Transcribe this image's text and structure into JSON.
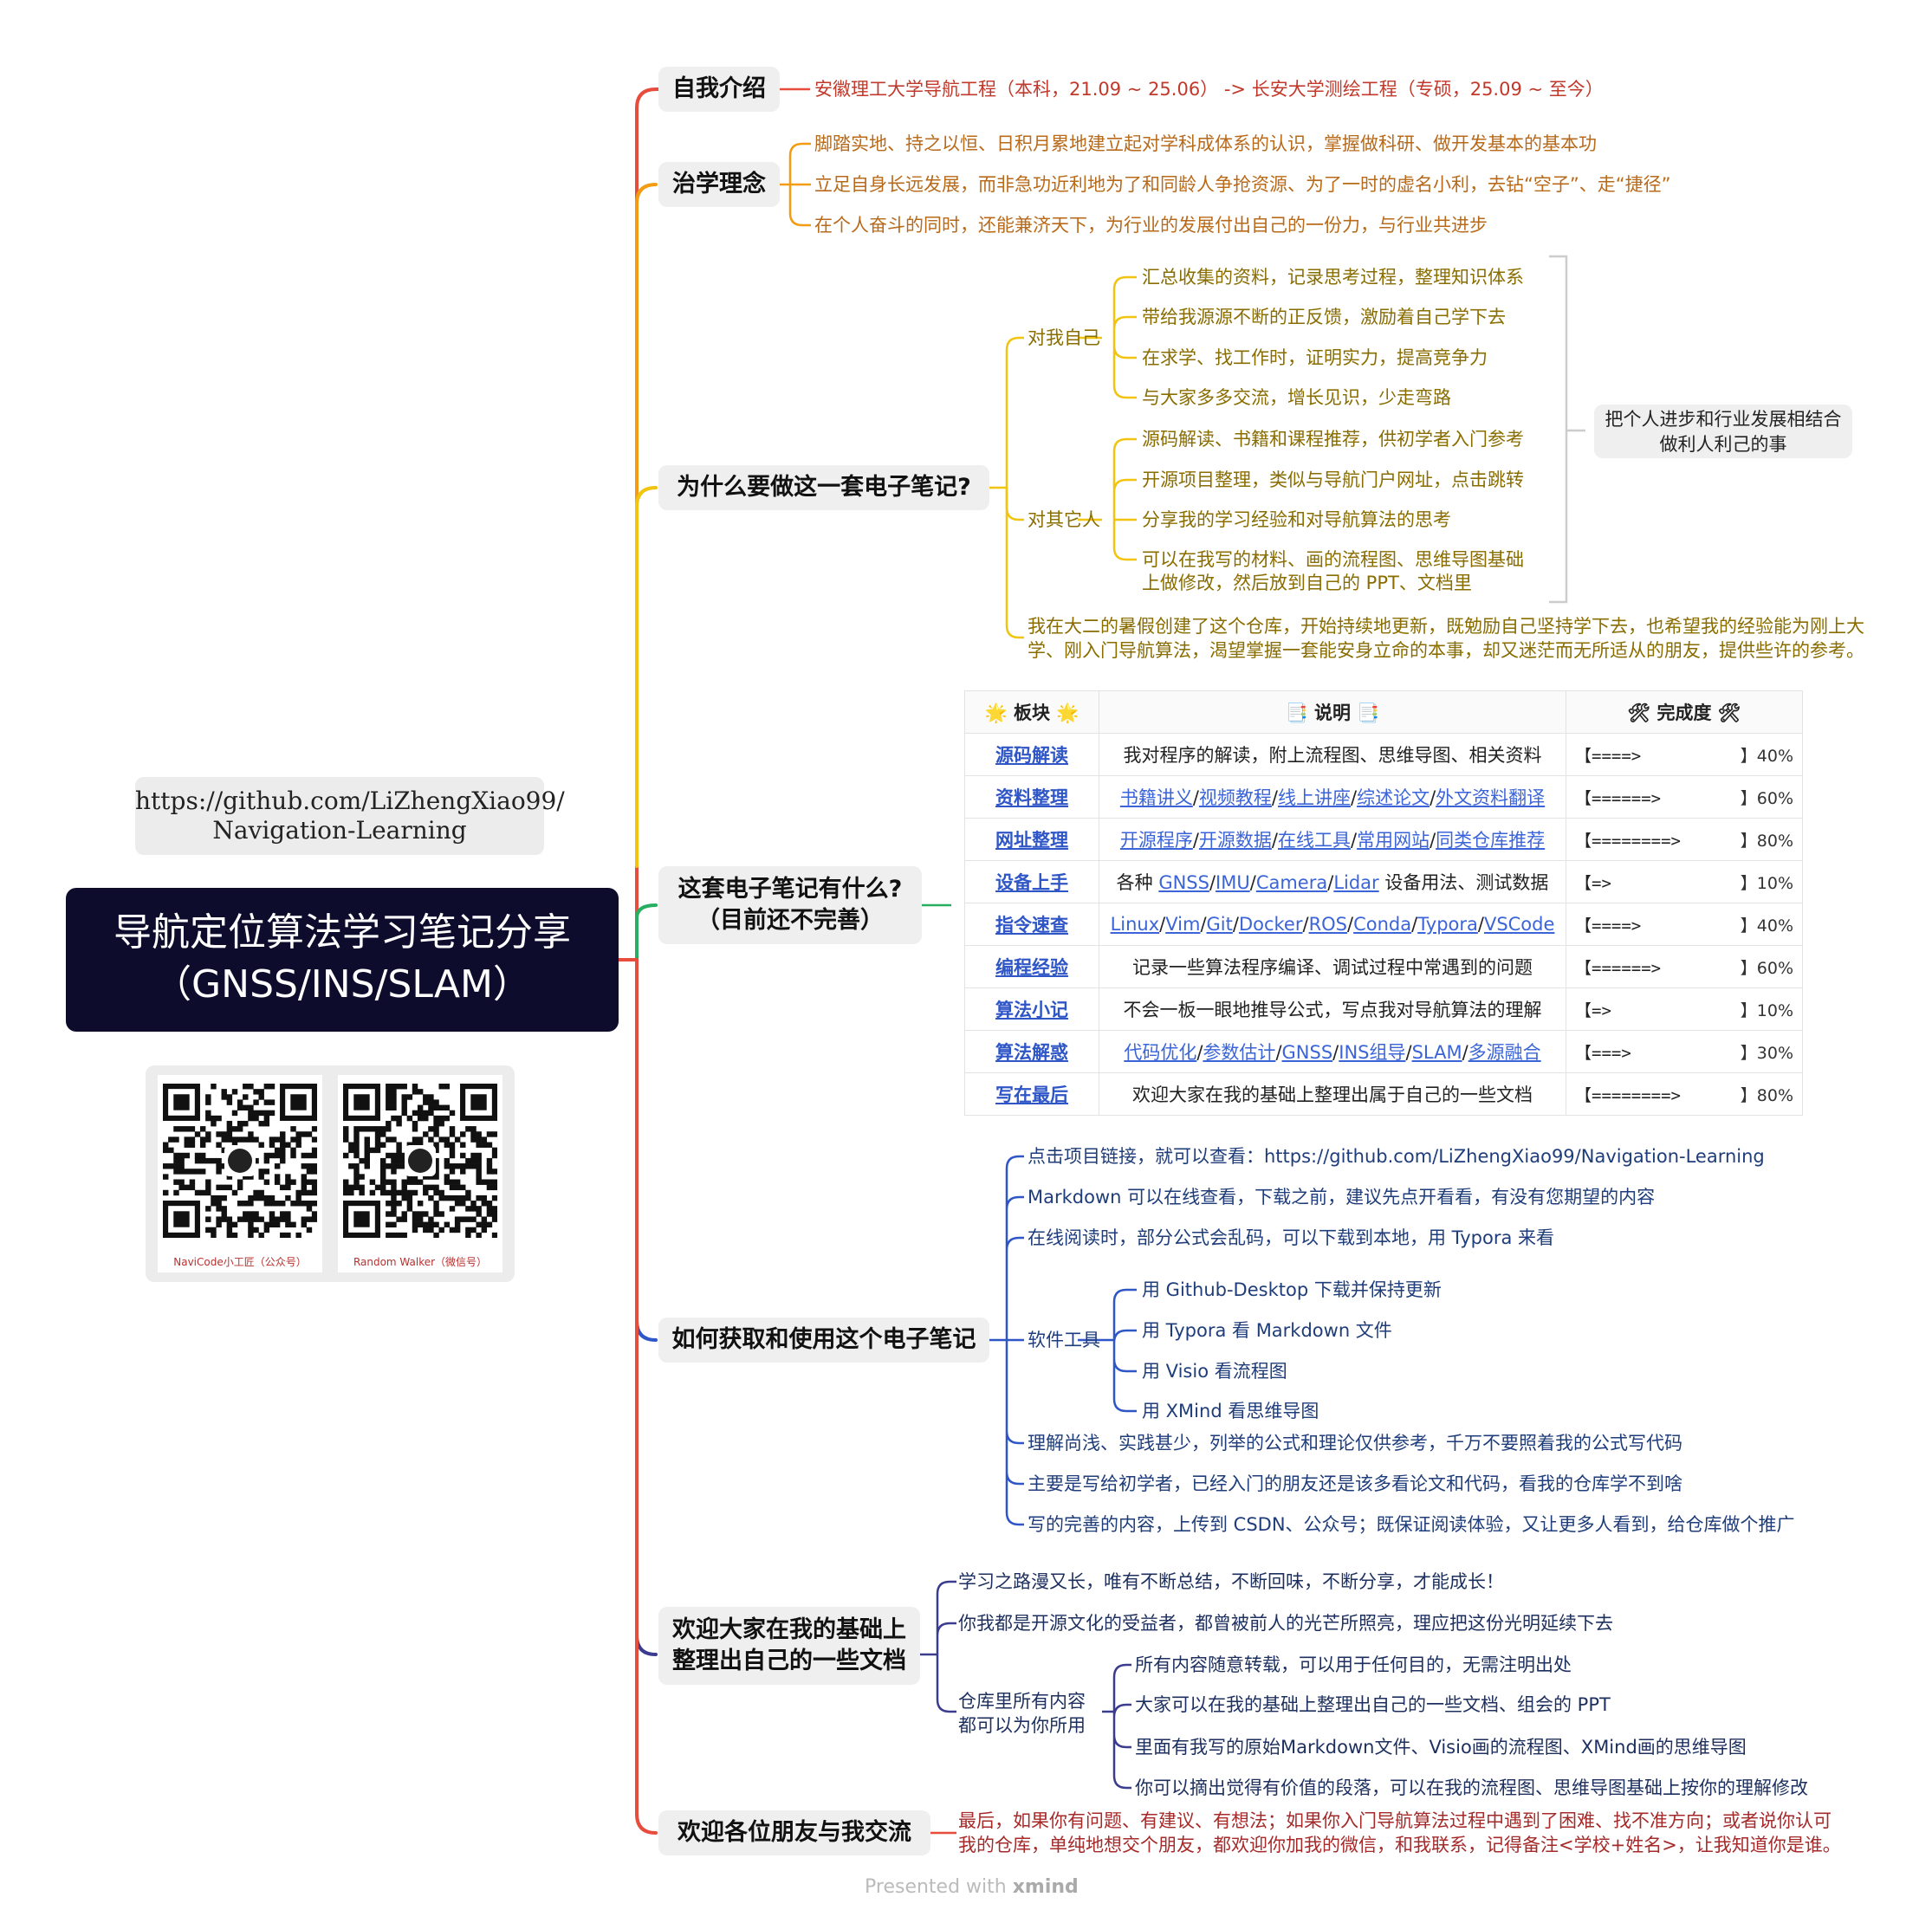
{
  "root": {
    "line1": "导航定位算法学习笔记分享",
    "line2": "（GNSS/INS/SLAM）"
  },
  "repo_link": {
    "line1": "https://github.com/LiZhengXiao99/",
    "line2": "Navigation-Learning"
  },
  "qr": [
    {
      "caption": "NaviCode小工匠（公众号）"
    },
    {
      "caption": "Random Walker（微信号）"
    }
  ],
  "colors": {
    "red": "#e74c3c",
    "orange": "#f39c12",
    "yellow": "#f1c40f",
    "green": "#27ae60",
    "blue": "#2f56c6",
    "root_bg": "#0e0c2c"
  },
  "branches": {
    "intro": {
      "label": "自我介绍",
      "items": [
        "安徽理工大学导航工程（本科，21.09 ~ 25.06） -> 长安大学测绘工程（专硕，25.09 ~ 至今）"
      ]
    },
    "philosophy": {
      "label": "治学理念",
      "items": [
        "脚踏实地、持之以恒、日积月累地建立起对学科成体系的认识，掌握做科研、做开发基本的基本功",
        "立足自身长远发展，而非急功近利地为了和同龄人争抢资源、为了一时的虚名小利，去钻“空子”、走“捷径”",
        "在个人奋斗的同时，还能兼济天下，为行业的发展付出自己的一份力，与行业共进步"
      ]
    },
    "why": {
      "label": "为什么要做这一套电子笔记?",
      "self_label": "对我自己",
      "self_items": [
        "汇总收集的资料，记录思考过程，整理知识体系",
        "带给我源源不断的正反馈，激励着自己学下去",
        "在求学、找工作时，证明实力，提高竞争力",
        "与大家多多交流，增长见识，少走弯路"
      ],
      "others_label": "对其它人",
      "others_items": [
        "源码解读、书籍和课程推荐，供初学者入门参考",
        "开源项目整理，类似与导航门户网址，点击跳转",
        "分享我的学习经验和对导航算法的思考",
        "可以在我写的材料、画的流程图、思维导图基础",
        "上做修改，然后放到自己的 PPT、文档里"
      ],
      "summary_line1": "把个人进步和行业发展相结合",
      "summary_line2": "做利人利己的事",
      "story_line1": "我在大二的暑假创建了这个仓库，开始持续地更新，既勉励自己坚持学下去，也希望我的经验能为刚上大",
      "story_line2": "学、刚入门导航算法，渴望掌握一套能安身立命的本事，却又迷茫而无所适从的朋友，提供些许的参考。"
    },
    "contents": {
      "label_line1": "这套电子笔记有什么?",
      "label_line2": "（目前还不完善）",
      "headers": [
        "🌟 板块 🌟",
        "📑 说明 📑",
        "🛠 完成度 🛠"
      ],
      "rows": [
        {
          "cat": "源码解读",
          "desc": [
            "我对程序的解读，附上流程图、思维导图、相关资料"
          ],
          "links": [
            false
          ],
          "bar": "【====>",
          "pct": "】40%",
          "progress": 0.4
        },
        {
          "cat": "资料整理",
          "desc": [
            "书籍讲义",
            "视频教程",
            "线上讲座",
            "综述论文",
            "外文资料翻译"
          ],
          "links": [
            true,
            true,
            true,
            true,
            true
          ],
          "bar": "【======>",
          "pct": "】60%",
          "progress": 0.6
        },
        {
          "cat": "网址整理",
          "desc": [
            "开源程序",
            "开源数据",
            "在线工具",
            "常用网站",
            "同类仓库推荐"
          ],
          "links": [
            true,
            true,
            true,
            true,
            true
          ],
          "bar": "【========>",
          "pct": "】80%",
          "progress": 0.8
        },
        {
          "cat": "设备上手",
          "desc": [
            "各种 ",
            "GNSS",
            "IMU",
            "Camera",
            "Lidar",
            " 设备用法、测试数据"
          ],
          "links": [
            false,
            true,
            true,
            true,
            true,
            false
          ],
          "bar": "【=>",
          "pct": "】10%",
          "progress": 0.1
        },
        {
          "cat": "指令速查",
          "desc": [
            "Linux",
            "Vim",
            "Git",
            "Docker",
            "ROS",
            "Conda",
            "Typora",
            "VSCode"
          ],
          "links": [
            true,
            true,
            true,
            true,
            true,
            true,
            true,
            true
          ],
          "bar": "【====>",
          "pct": "】40%",
          "progress": 0.4
        },
        {
          "cat": "编程经验",
          "desc": [
            "记录一些算法程序编译、调试过程中常遇到的问题"
          ],
          "links": [
            false
          ],
          "bar": "【======>",
          "pct": "】60%",
          "progress": 0.6
        },
        {
          "cat": "算法小记",
          "desc": [
            "不会一板一眼地推导公式，写点我对导航算法的理解"
          ],
          "links": [
            false
          ],
          "bar": "【=>",
          "pct": "】10%",
          "progress": 0.1
        },
        {
          "cat": "算法解惑",
          "desc": [
            "代码优化",
            "参数估计",
            "GNSS",
            "INS组导",
            "SLAM",
            "多源融合"
          ],
          "links": [
            true,
            true,
            true,
            true,
            true,
            true
          ],
          "bar": "【===>",
          "pct": "】30%",
          "progress": 0.3
        },
        {
          "cat": "写在最后",
          "desc": [
            "欢迎大家在我的基础上整理出属于自己的一些文档"
          ],
          "links": [
            false
          ],
          "bar": "【========>",
          "pct": "】80%",
          "progress": 0.8
        }
      ]
    },
    "howto": {
      "label": "如何获取和使用这个电子笔记",
      "items_top": [
        "点击项目链接，就可以查看：https://github.com/LiZhengXiao99/Navigation-Learning",
        "Markdown 可以在线查看，下载之前，建议先点开看看，有没有您期望的内容",
        "在线阅读时，部分公式会乱码，可以下载到本地，用 Typora 来看"
      ],
      "tools_label": "软件工具",
      "tools": [
        "用 Github-Desktop 下载并保持更新",
        "用 Typora 看 Markdown 文件",
        "用 Visio 看流程图",
        "用 XMind 看思维导图"
      ],
      "items_bottom": [
        "理解尚浅、实践甚少，列举的公式和理论仅供参考，千万不要照着我的公式写代码",
        "主要是写给初学者，已经入门的朋友还是该多看论文和代码，看我的仓库学不到啥",
        "写的完善的内容，上传到 CSDN、公众号；既保证阅读体验，又让更多人看到，给仓库做个推广"
      ]
    },
    "welcome_docs": {
      "label_line1": "欢迎大家在我的基础上",
      "label_line2": "整理出自己的一些文档",
      "items": [
        "学习之路漫又长，唯有不断总结，不断回味，不断分享，才能成长！",
        "你我都是开源文化的受益者，都曾被前人的光芒所照亮，理应把这份光明延续下去"
      ],
      "repo_label_line1": "仓库里所有内容",
      "repo_label_line2": "都可以为你所用",
      "repo_items": [
        "所有内容随意转载，可以用于任何目的，无需注明出处",
        "大家可以在我的基础上整理出自己的一些文档、组会的 PPT",
        "里面有我写的原始Markdown文件、Visio画的流程图、XMind画的思维导图",
        "你可以摘出觉得有价值的段落，可以在我的流程图、思维导图基础上按你的理解修改"
      ]
    },
    "contact": {
      "label": "欢迎各位朋友与我交流",
      "line1": "最后，如果你有问题、有建议、有想法；如果你入门导航算法过程中遇到了困难、找不准方向；或者说你认可",
      "line2": "我的仓库，单纯地想交个朋友，都欢迎你加我的微信，和我联系，记得备注<学校+姓名>，让我知道你是谁。"
    }
  },
  "footer": {
    "presented": "Presented with ",
    "brand": "xmind"
  }
}
